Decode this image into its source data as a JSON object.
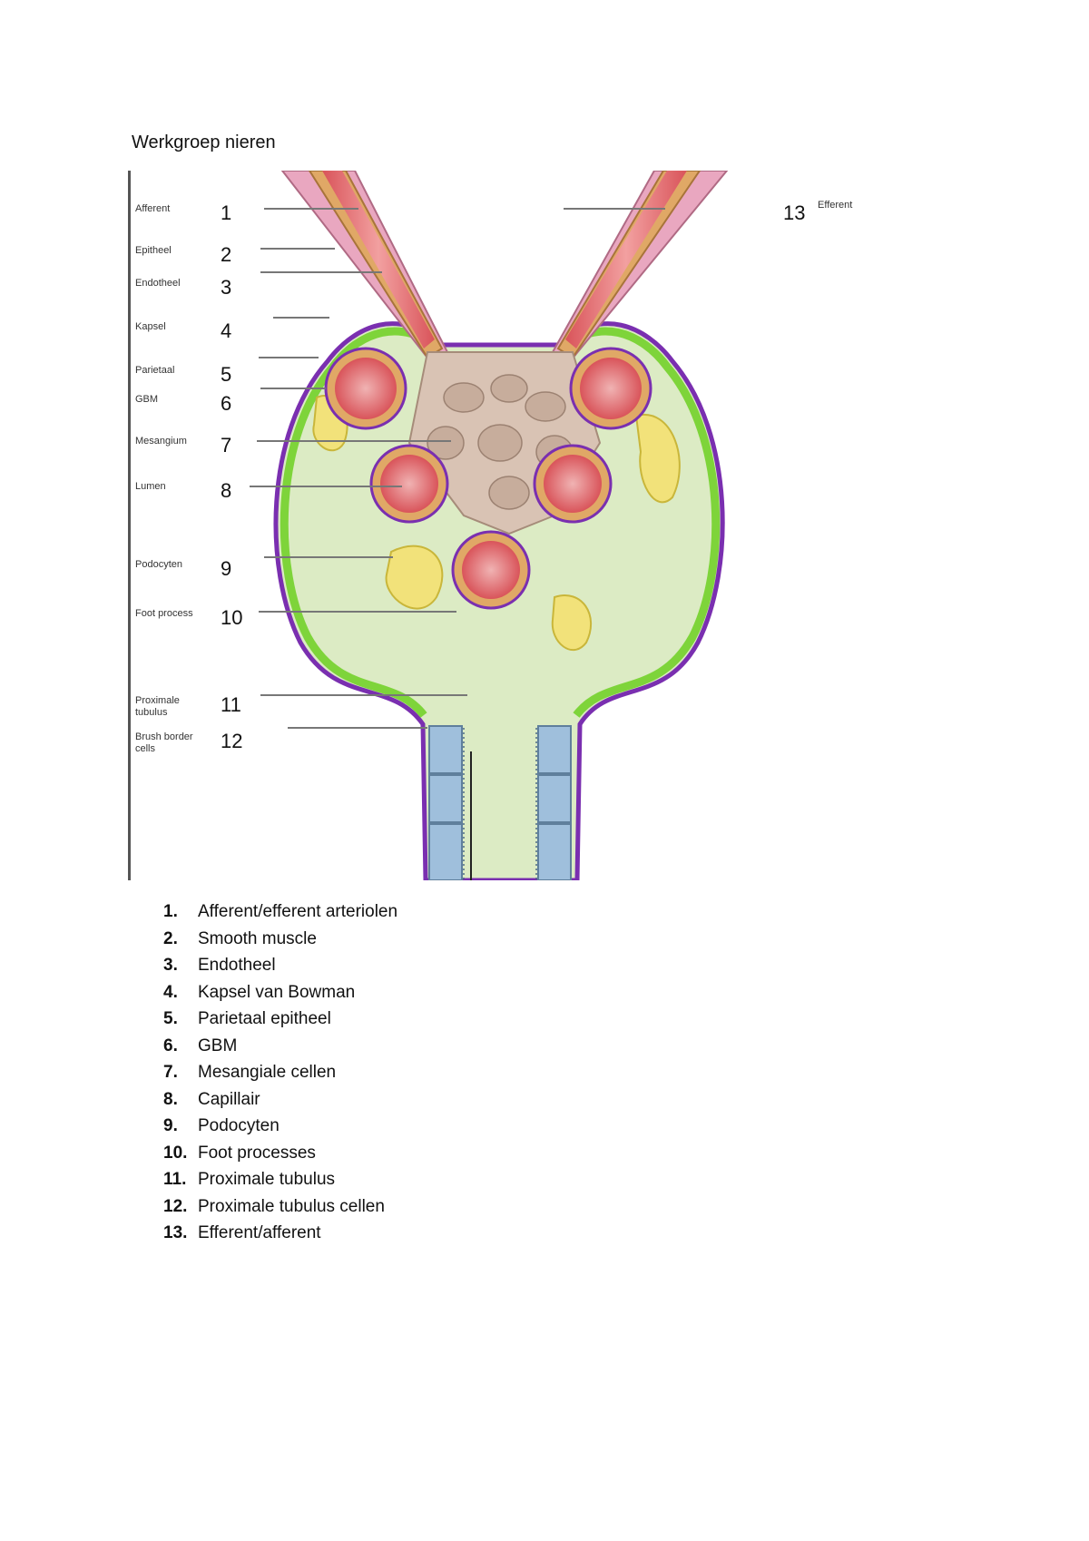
{
  "document": {
    "title": "Werkgroep nieren"
  },
  "figure": {
    "side_labels": [
      {
        "number": "1",
        "text": "Afferent"
      },
      {
        "number": "2",
        "text": "Epitheel"
      },
      {
        "number": "3",
        "text": "Endotheel"
      },
      {
        "number": "4",
        "text": "Kapsel"
      },
      {
        "number": "5",
        "text": "Parietaal"
      },
      {
        "number": "6",
        "text": "GBM"
      },
      {
        "number": "7",
        "text": "Mesangium"
      },
      {
        "number": "8",
        "text": "Lumen"
      },
      {
        "number": "9",
        "text": "Podocyten"
      },
      {
        "number": "10",
        "text": "Foot process"
      },
      {
        "number": "11",
        "text": "Proximale tubulus"
      },
      {
        "number": "12",
        "text": "Brush border cells"
      }
    ],
    "right_label": {
      "number": "13",
      "text": "Efferent"
    },
    "colors": {
      "capsule": "#7a2fb0",
      "parietal": "#7ed43a",
      "space": "#dcebc4",
      "mesangium": "#d9c3b4",
      "capillary": "#e26a6a",
      "muscle": "#e0a866",
      "endothelium": "#e9a7c0",
      "podocyte": "#f2e27a",
      "tubule": "#9fbfdc"
    }
  },
  "answers": [
    {
      "n": "1.",
      "text": "Afferent/efferent arteriolen"
    },
    {
      "n": "2.",
      "text": "Smooth muscle"
    },
    {
      "n": "3.",
      "text": "Endotheel"
    },
    {
      "n": "4.",
      "text": "Kapsel van Bowman"
    },
    {
      "n": "5.",
      "text": "Parietaal epitheel"
    },
    {
      "n": "6.",
      "text": "GBM"
    },
    {
      "n": "7.",
      "text": "Mesangiale cellen"
    },
    {
      "n": "8.",
      "text": "Capillair"
    },
    {
      "n": "9.",
      "text": "Podocyten"
    },
    {
      "n": "10.",
      "text": "Foot processes"
    },
    {
      "n": "11.",
      "text": "Proximale tubulus"
    },
    {
      "n": "12.",
      "text": "Proximale tubulus cellen"
    },
    {
      "n": "13.",
      "text": "Efferent/afferent"
    }
  ]
}
